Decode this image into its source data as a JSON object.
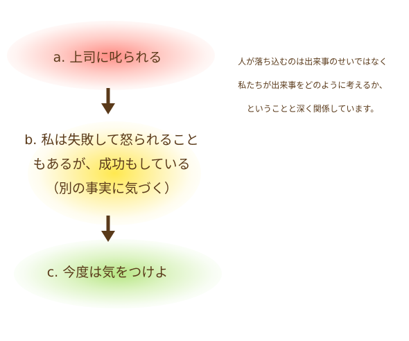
{
  "steps": {
    "a": "a. 上司に叱られる",
    "b": [
      "b. 私は失敗して怒られること",
      "もあるが、成功もしている",
      "（別の事実に気づく）"
    ],
    "c": "c. 今度は気をつけよ"
  },
  "note": {
    "lines": [
      "人が落ち込むのは出来事のせいではなく",
      "私たちが出来事をどのように考えるか、",
      "ということと深く関係しています。"
    ]
  },
  "colors": {
    "text": "#5a3a1a",
    "arrow": "#5a3a1a",
    "glow_a": "#ff7a70",
    "glow_b": "#ffe63c",
    "glow_c": "#aae16e"
  }
}
